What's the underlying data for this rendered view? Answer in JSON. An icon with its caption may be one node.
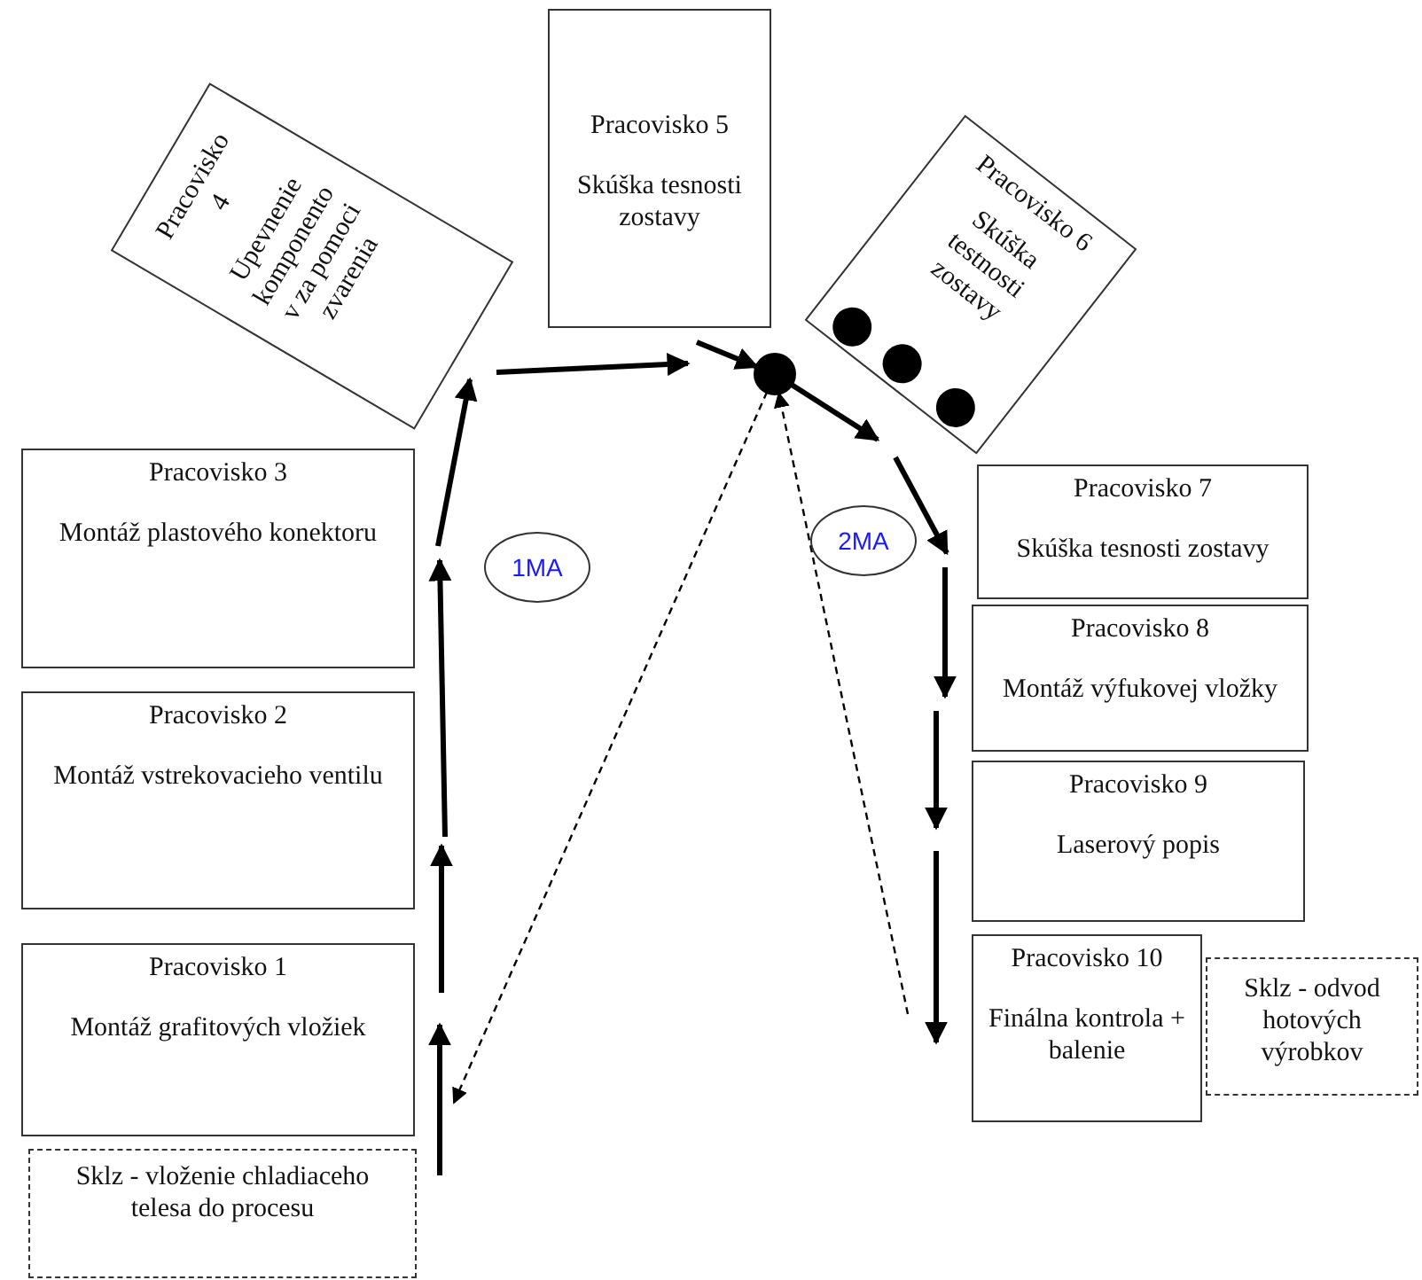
{
  "diagram": {
    "nodes": [
      {
        "text": [
          "Pracovisko 4",
          "Upevnenie komponento v za pomoci zvarenia"
        ]
      },
      {
        "text": [
          "Pracovisko 5",
          "Skúška tesnosti zostavy"
        ]
      },
      {
        "text": [
          "Pracovisko 6",
          "Skúška testnosti zostavy"
        ]
      },
      {
        "text": [
          "Pracovisko 3",
          "Montáž plastového konektoru"
        ]
      },
      {
        "text": [
          "1MA"
        ]
      },
      {
        "text": [
          "2MA"
        ]
      },
      {
        "text": [],
        "shape": "circle"
      },
      {
        "text": [
          "Pracovisko 7",
          "Skúška tesnosti zostavy"
        ]
      },
      {
        "text": [
          "Pracovisko 8",
          "Montáž výfukovej vložky"
        ]
      },
      {
        "text": [
          "Pracovisko 2",
          "Montáž vstrekovacieho ventilu"
        ]
      },
      {
        "text": [
          "Pracovisko 9",
          "Laserový popis"
        ]
      },
      {
        "text": [
          "Pracovisko 1",
          "Montáž grafitových vložiek"
        ]
      },
      {
        "text": [
          "Pracovisko 10",
          "Finálna kontrola + balenie"
        ]
      },
      {
        "text": [
          "Sklz - odvod hotových výrobkov"
        ]
      },
      {
        "text": [
          "Sklz - vloženie chladiaceho telesa do procesu"
        ]
      }
    ],
    "edges": [
      {
        "from": 14,
        "to": 11,
        "arrow": "to"
      },
      {
        "from": 11,
        "to": 9,
        "arrow": "to"
      },
      {
        "from": 9,
        "to": 3,
        "arrow": "to"
      },
      {
        "from": 3,
        "to": 0,
        "arrow": "to"
      },
      {
        "from": 0,
        "to": 1,
        "arrow": "to"
      },
      {
        "from": 1,
        "to": 6,
        "arrow": "to"
      },
      {
        "from": 6,
        "to": 2,
        "arrow": "to"
      },
      {
        "from": 2,
        "to": 7,
        "arrow": "to"
      },
      {
        "from": 7,
        "to": 8,
        "arrow": "to"
      },
      {
        "from": 8,
        "to": 10,
        "arrow": "to"
      },
      {
        "from": 10,
        "to": 12,
        "arrow": "to"
      },
      {
        "from": 6,
        "to": 11,
        "arrow": "to",
        "style": "dashed"
      },
      {
        "from": 12,
        "to": 6,
        "arrow": "to",
        "style": "dashed"
      }
    ]
  }
}
